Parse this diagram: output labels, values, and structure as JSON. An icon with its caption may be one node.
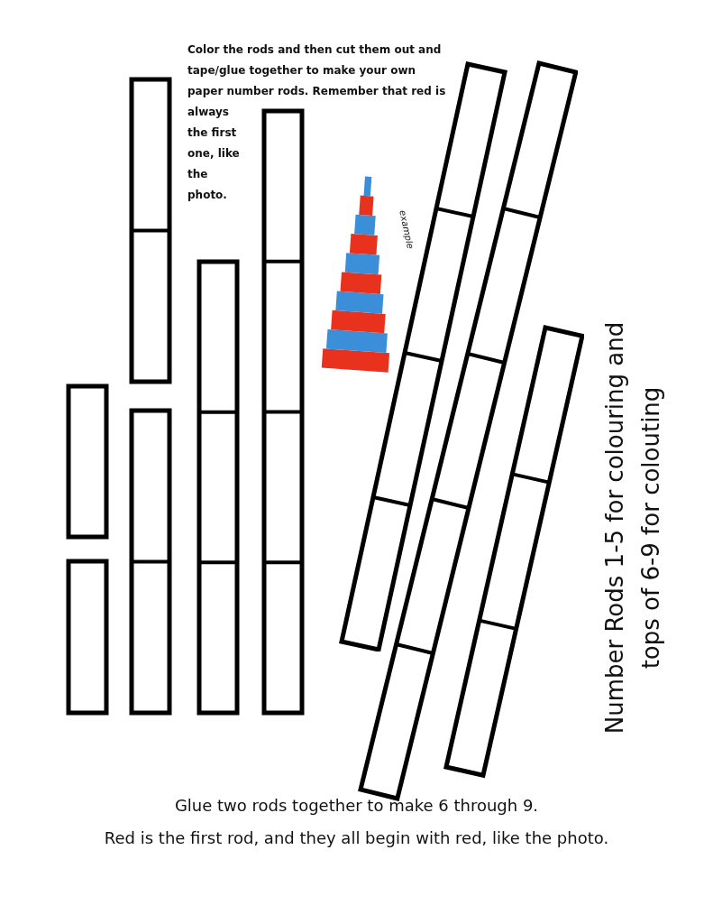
{
  "diagram": {
    "nodes": [
      {
        "text": [],
        "shape": "bar"
      },
      {
        "text": [],
        "shape": "bar"
      },
      {
        "text": [],
        "shape": "bar"
      },
      {
        "text": [],
        "shape": "bar"
      },
      {
        "text": [],
        "shape": "bar"
      },
      {
        "text": [],
        "shape": "bar"
      },
      {
        "text": [],
        "shape": "picture"
      },
      {
        "text": [],
        "shape": "bar"
      },
      {
        "text": [],
        "shape": "bar"
      },
      {
        "text": [],
        "shape": "bar"
      }
    ],
    "edges": [],
    "labels": [
      "Color the rods and then cut them out and tape/glue together to make your own paper number rods. Remember that red is always the first one, like the photo.",
      "example",
      "Number Rods 1-5 for colouring and tops of 6-9 for colouting",
      "Glue  two rods together to make 6 through 9.",
      "Red is the first rod, and they all begin with red, like the photo."
    ]
  }
}
